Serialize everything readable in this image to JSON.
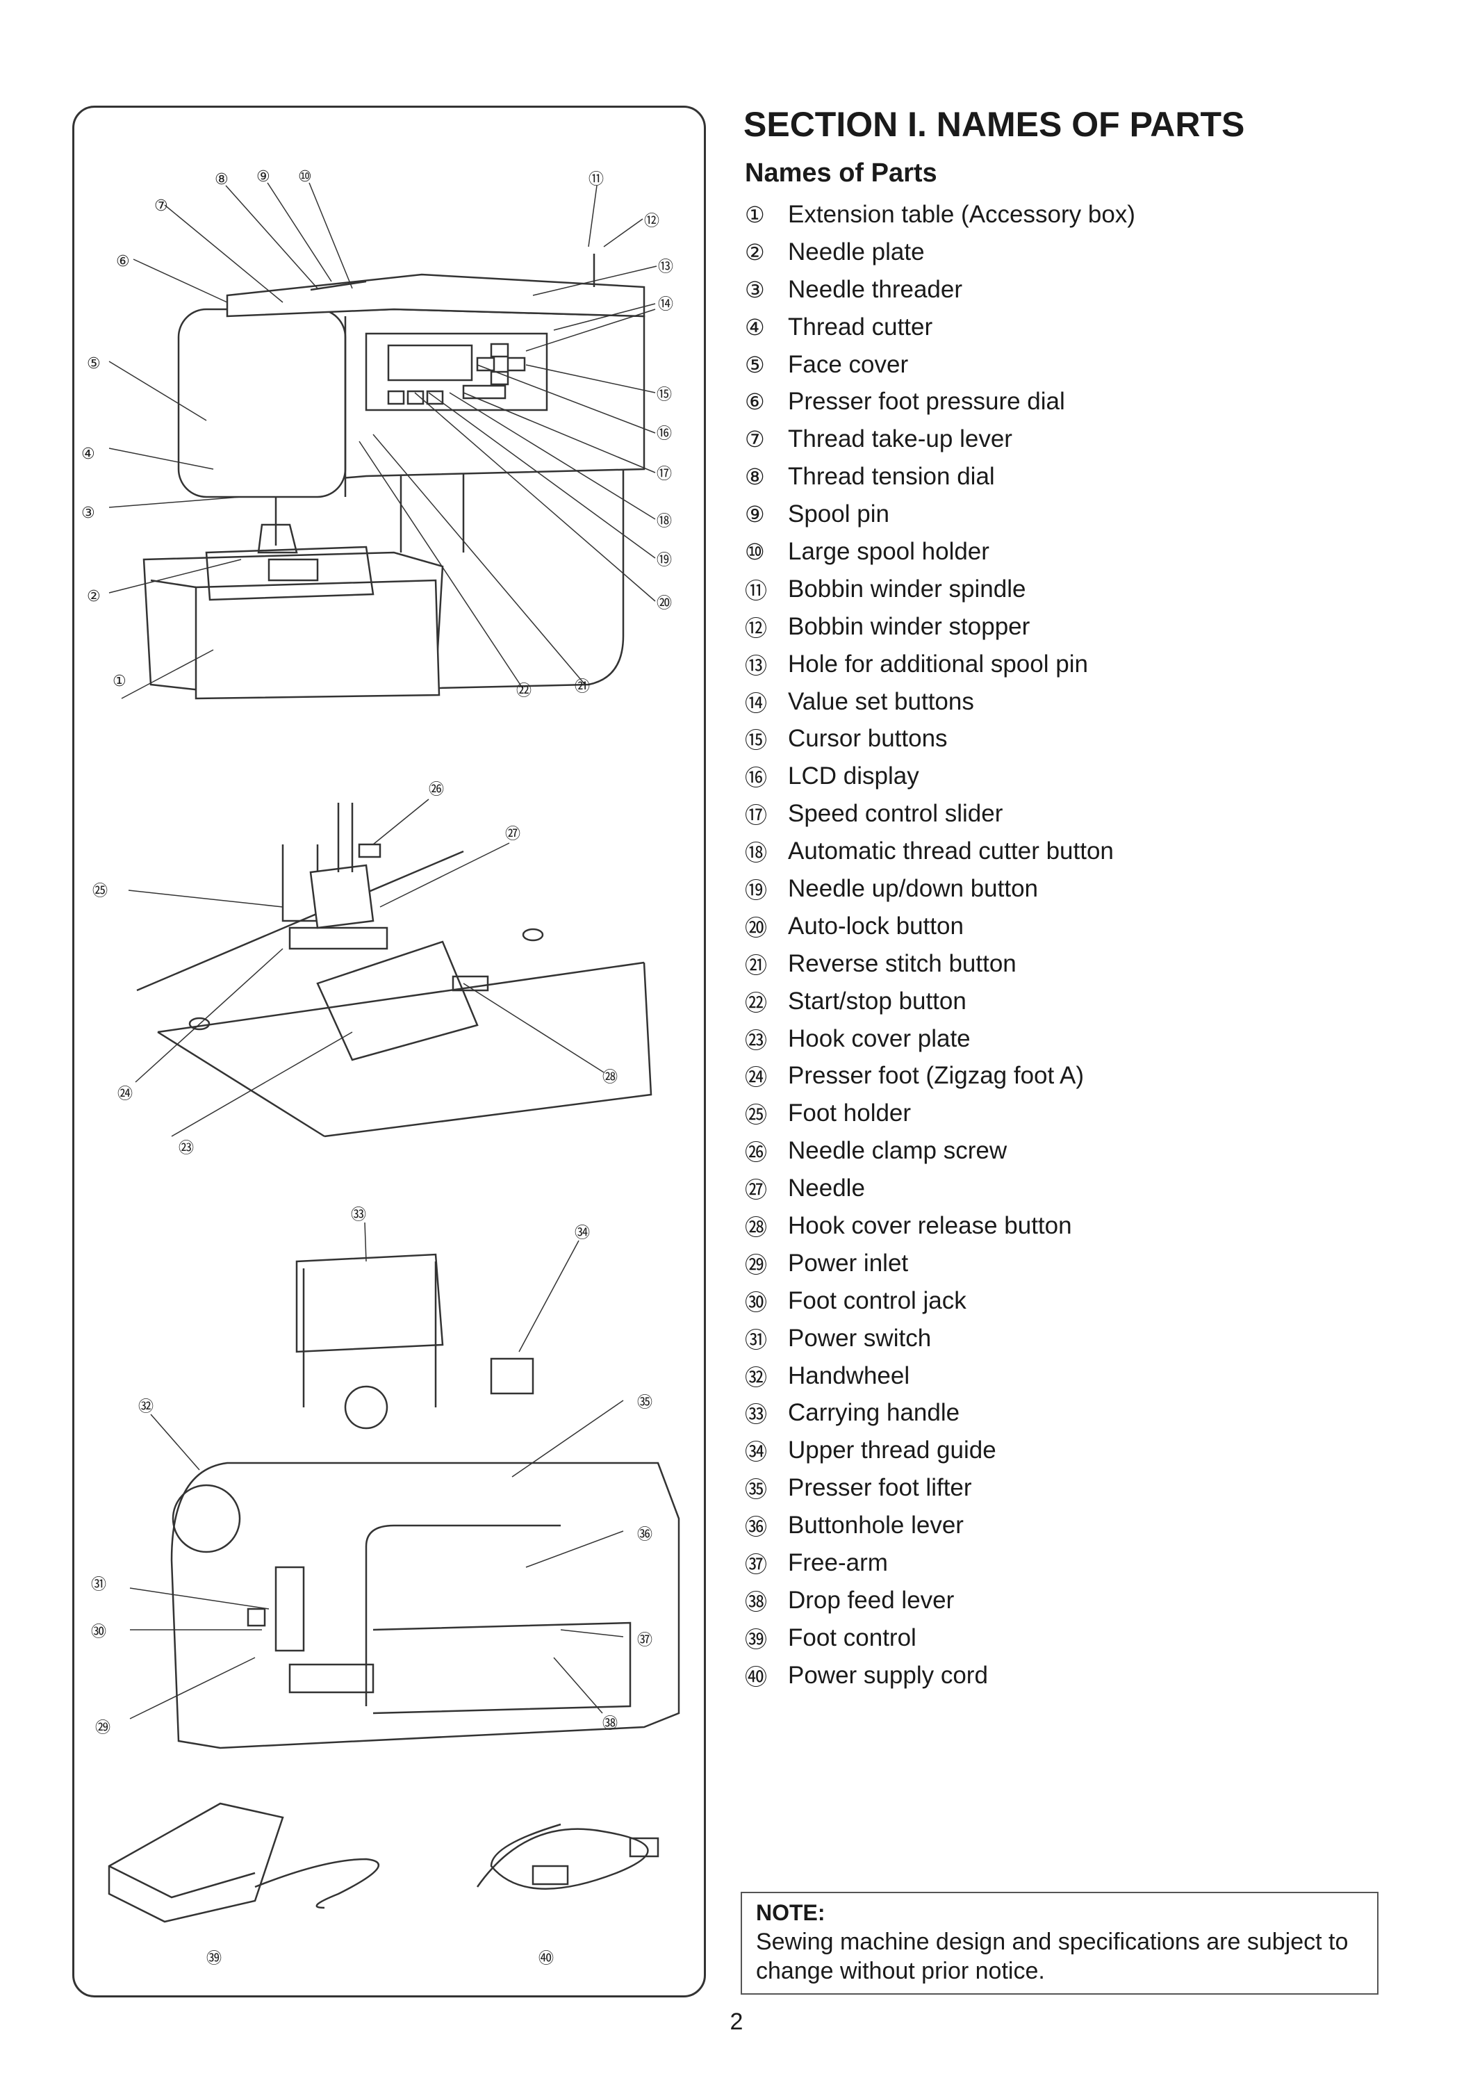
{
  "section_title": "SECTION I. NAMES OF PARTS",
  "subtitle": "Names of Parts",
  "parts": [
    {
      "num": "①",
      "label": "Extension table (Accessory box)"
    },
    {
      "num": "②",
      "label": "Needle plate"
    },
    {
      "num": "③",
      "label": "Needle threader"
    },
    {
      "num": "④",
      "label": "Thread cutter"
    },
    {
      "num": "⑤",
      "label": "Face cover"
    },
    {
      "num": "⑥",
      "label": "Presser foot pressure dial"
    },
    {
      "num": "⑦",
      "label": "Thread take-up lever"
    },
    {
      "num": "⑧",
      "label": "Thread tension dial"
    },
    {
      "num": "⑨",
      "label": "Spool pin"
    },
    {
      "num": "⑩",
      "label": "Large spool holder"
    },
    {
      "num": "⑪",
      "label": "Bobbin winder spindle"
    },
    {
      "num": "⑫",
      "label": "Bobbin winder stopper"
    },
    {
      "num": "⑬",
      "label": "Hole for additional spool pin"
    },
    {
      "num": "⑭",
      "label": "Value set buttons"
    },
    {
      "num": "⑮",
      "label": "Cursor buttons"
    },
    {
      "num": "⑯",
      "label": "LCD display"
    },
    {
      "num": "⑰",
      "label": "Speed control slider"
    },
    {
      "num": "⑱",
      "label": "Automatic thread cutter button"
    },
    {
      "num": "⑲",
      "label": "Needle up/down button"
    },
    {
      "num": "⑳",
      "label": "Auto-lock button"
    },
    {
      "num": "㉑",
      "label": "Reverse stitch button"
    },
    {
      "num": "㉒",
      "label": "Start/stop button"
    },
    {
      "num": "㉓",
      "label": "Hook cover plate"
    },
    {
      "num": "㉔",
      "label": "Presser foot (Zigzag foot A)"
    },
    {
      "num": "㉕",
      "label": "Foot holder"
    },
    {
      "num": "㉖",
      "label": "Needle clamp screw"
    },
    {
      "num": "㉗",
      "label": "Needle"
    },
    {
      "num": "㉘",
      "label": "Hook cover release button"
    },
    {
      "num": "㉙",
      "label": "Power inlet"
    },
    {
      "num": "㉚",
      "label": "Foot control jack"
    },
    {
      "num": "㉛",
      "label": "Power switch"
    },
    {
      "num": "㉜",
      "label": "Handwheel"
    },
    {
      "num": "㉝",
      "label": "Carrying handle"
    },
    {
      "num": "㉞",
      "label": "Upper thread guide"
    },
    {
      "num": "㉟",
      "label": "Presser foot lifter"
    },
    {
      "num": "㊱",
      "label": "Buttonhole lever"
    },
    {
      "num": "㊲",
      "label": "Free-arm"
    },
    {
      "num": "㊳",
      "label": "Drop feed lever"
    },
    {
      "num": "㊴",
      "label": "Foot control"
    },
    {
      "num": "㊵",
      "label": "Power supply cord"
    }
  ],
  "note": {
    "title": "NOTE:",
    "text": "Sewing machine design and specifications are subject to change without prior notice."
  },
  "page_number": "2"
}
